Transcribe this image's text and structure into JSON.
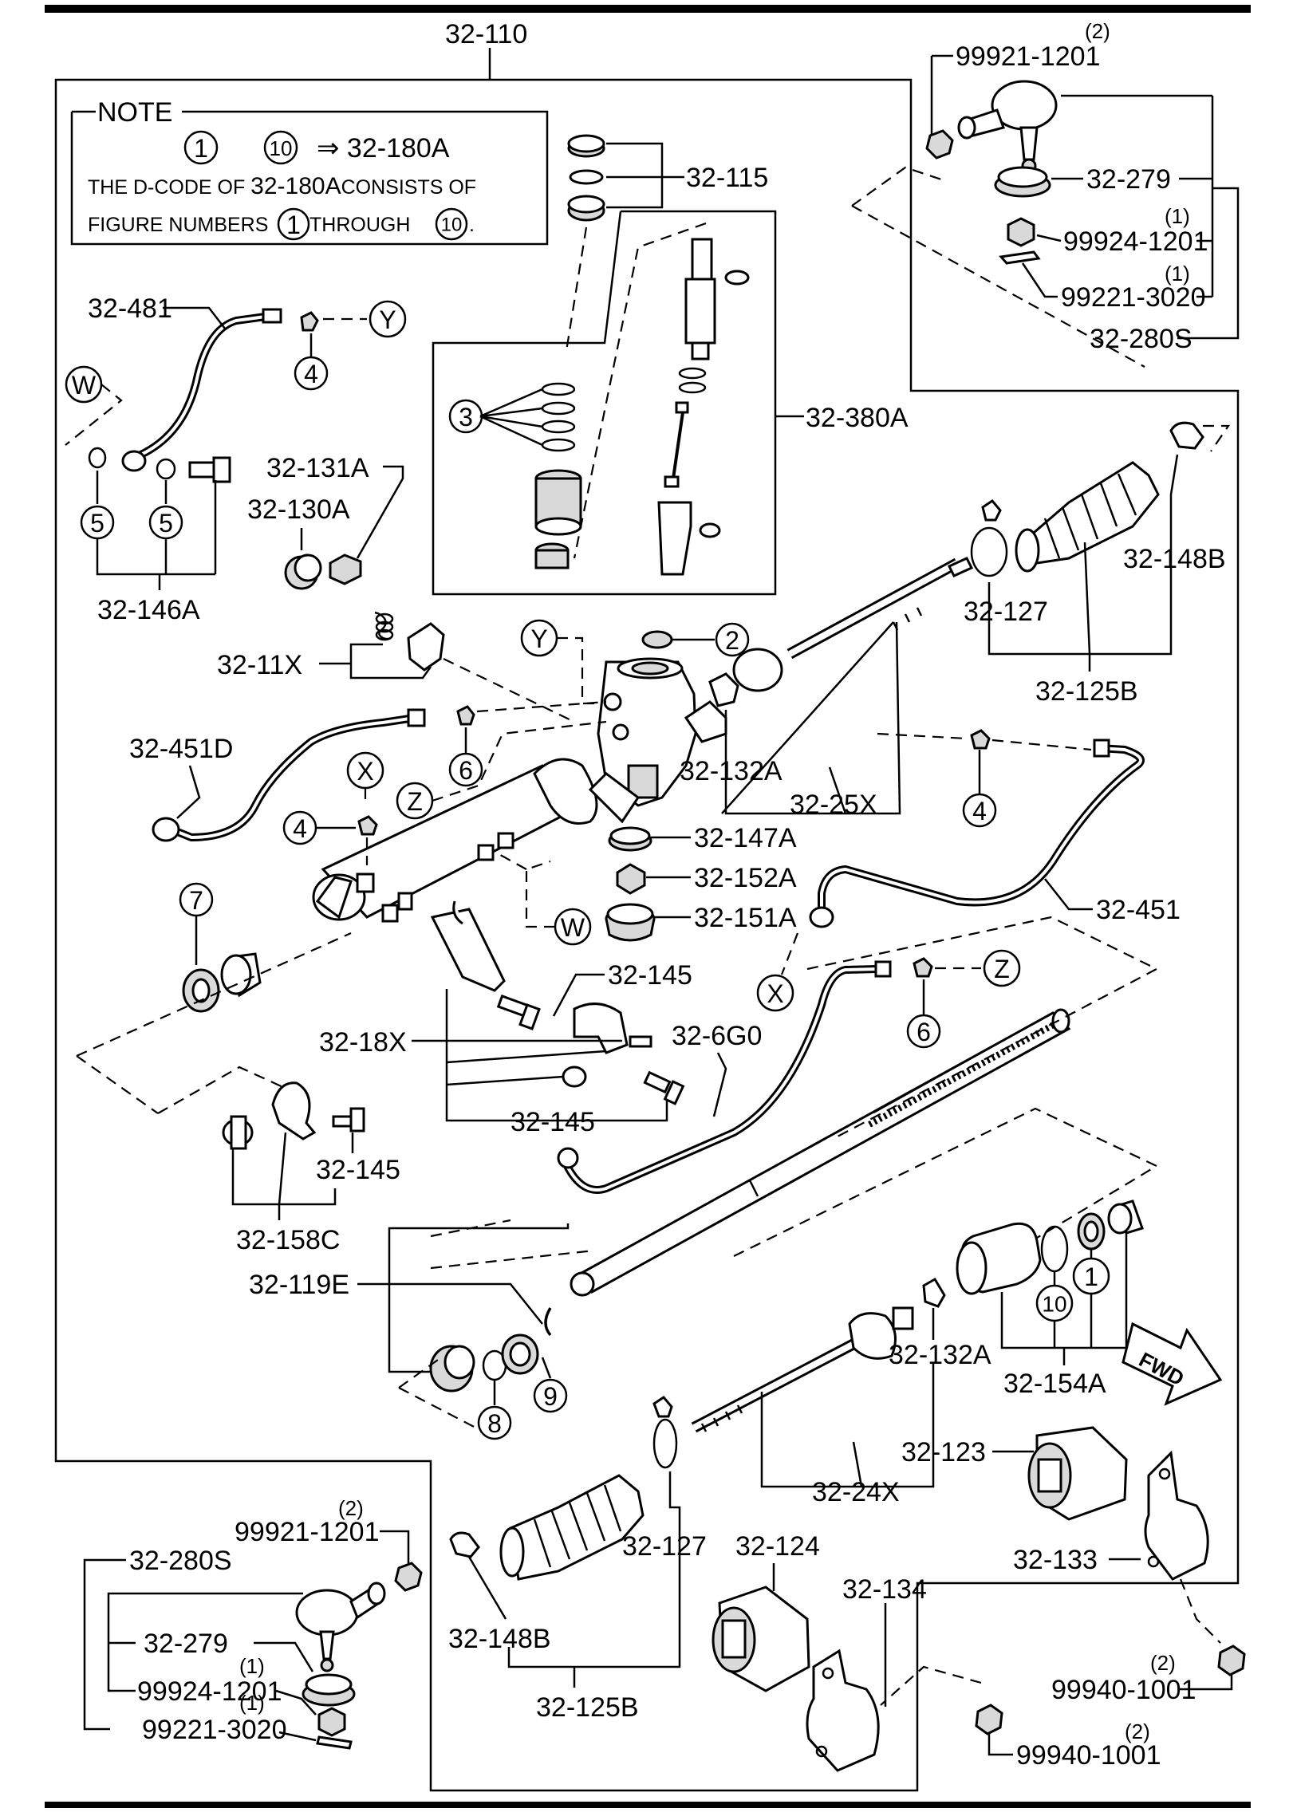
{
  "labels": {
    "l_32_110": "32-110",
    "l_99921_tr": "99921-1201",
    "l_99921_tr_q": "(2)",
    "l_32_279_tr": "32-279",
    "l_99924_tr": "99924-1201",
    "l_99924_tr_q": "(1)",
    "l_99221_tr": "99221-3020",
    "l_99221_tr_q": "(1)",
    "l_32_280s_tr": "32-280S",
    "l_32_115": "32-115",
    "l_32_481": "32-481",
    "l_32_380a": "32-380A",
    "l_32_131a": "32-131A",
    "l_32_130a": "32-130A",
    "l_32_146a": "32-146A",
    "l_32_11x": "32-11X",
    "l_32_148b_r": "32-148B",
    "l_32_127_r": "32-127",
    "l_32_125b_r": "32-125B",
    "l_32_451d": "32-451D",
    "l_32_132a_t": "32-132A",
    "l_32_25x": "32-25X",
    "l_32_147a": "32-147A",
    "l_32_152a": "32-152A",
    "l_32_151a": "32-151A",
    "l_32_451": "32-451",
    "l_32_145_a": "32-145",
    "l_32_18x": "32-18X",
    "l_32_6g0": "32-6G0",
    "l_32_145_b": "32-145",
    "l_32_145_c": "32-145",
    "l_32_158c": "32-158C",
    "l_32_119e": "32-119E",
    "l_32_132a_b": "32-132A",
    "l_32_154a": "32-154A",
    "l_32_123": "32-123",
    "l_32_24x": "32-24X",
    "l_32_127_b": "32-127",
    "l_32_124": "32-124",
    "l_32_134": "32-134",
    "l_32_133": "32-133",
    "l_99921_bl": "99921-1201",
    "l_99921_bl_q": "(2)",
    "l_32_280s_bl": "32-280S",
    "l_32_279_bl": "32-279",
    "l_99924_bl": "99924-1201",
    "l_99924_bl_q": "(1)",
    "l_99221_bl": "99221-3020",
    "l_99221_bl_q": "(1)",
    "l_32_148b_b": "32-148B",
    "l_32_125b_b": "32-125B",
    "l_99940_r": "99940-1001",
    "l_99940_r_q": "(2)",
    "l_99940_b": "99940-1001",
    "l_99940_b_q": "(2)",
    "fwd": "FWD"
  },
  "note": {
    "title": "NOTE",
    "n1": "1",
    "n10": "10",
    "arrow": "⇒ 32-180A",
    "line1a": "THE D-CODE OF ",
    "line1b": "32-180A",
    "line1c": "CONSISTS OF",
    "line2a": "FIGURE NUMBERS",
    "line2b": "1",
    "line2c": "THROUGH",
    "line2d": "10",
    "line2e": "."
  },
  "callouts": {
    "c_y_top": "Y",
    "c_w_left": "W",
    "c_4_top": "4",
    "c_5a": "5",
    "c_5b": "5",
    "c_3": "3",
    "c_y_mid": "Y",
    "c_2": "2",
    "c_6_mid": "6",
    "c_x_mid": "X",
    "c_z_mid": "Z",
    "c_4_mid": "4",
    "c_4_right": "4",
    "c_7": "7",
    "c_w_mid": "W",
    "c_x_low": "X",
    "c_z_low": "Z",
    "c_6_low": "6",
    "c_10": "10",
    "c_1": "1",
    "c_8": "8",
    "c_9": "9"
  }
}
